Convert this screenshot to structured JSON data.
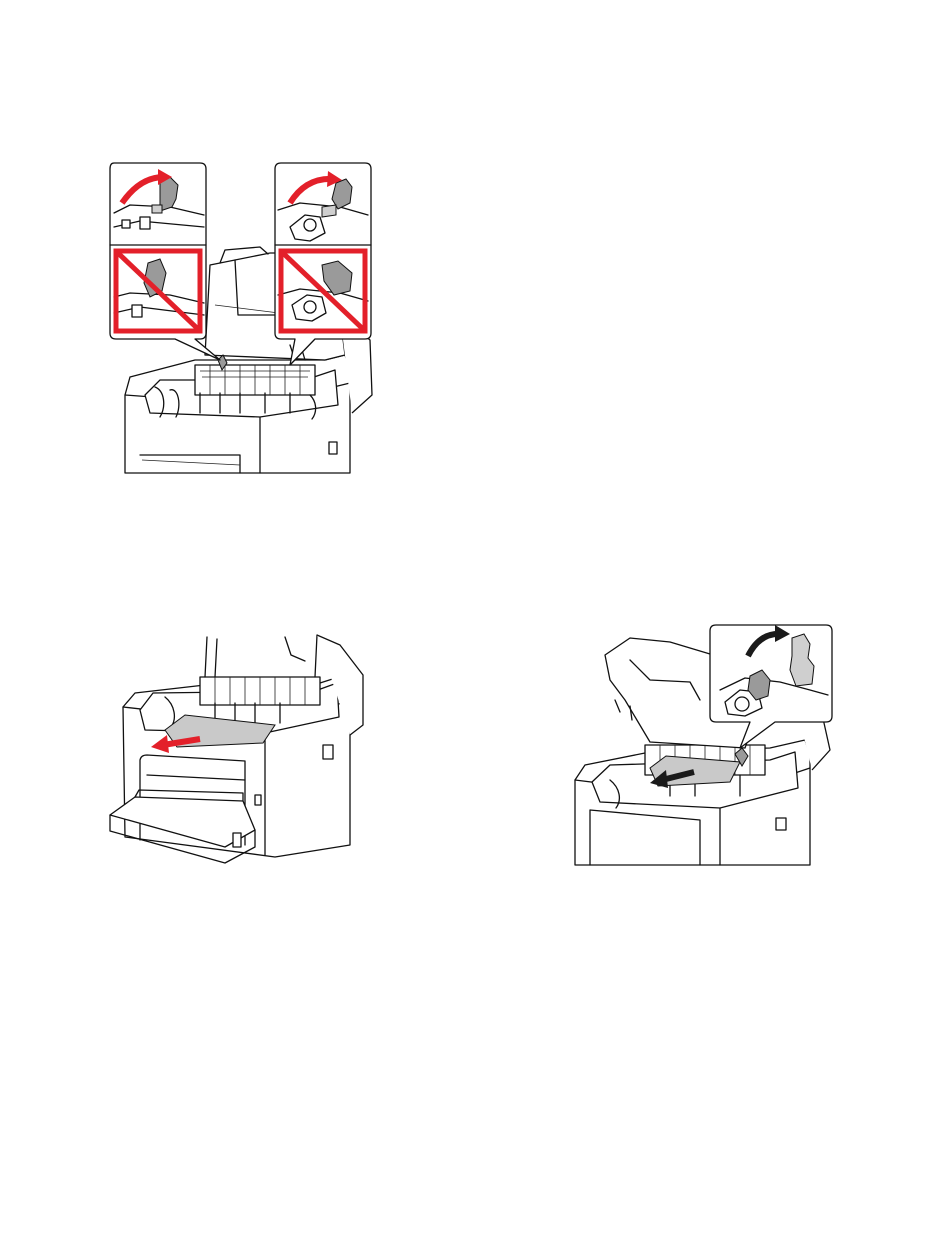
{
  "page": {
    "background": "#ffffff"
  },
  "figures": [
    {
      "id": "fig-1",
      "subject": "printer-open-top-cover",
      "icons": [
        "printer-illustration-icon",
        "lever-up-callout-icon",
        "prohibited-lever-callout-icon"
      ],
      "callouts": [
        {
          "side": "left",
          "correct": "lever-raised",
          "wrong": "lever-lowered"
        },
        {
          "side": "right",
          "correct": "lever-raised",
          "wrong": "lever-lowered"
        }
      ]
    },
    {
      "id": "fig-2",
      "subject": "printer-remove-paper-front",
      "icons": [
        "printer-illustration-icon",
        "paper-sheet-icon",
        "arrow-left-icon"
      ]
    },
    {
      "id": "fig-3",
      "subject": "printer-remove-paper-fuser",
      "icons": [
        "printer-illustration-icon",
        "lever-up-callout-icon",
        "paper-sheet-icon",
        "arrow-left-icon"
      ]
    }
  ],
  "colors": {
    "prohibit_red": "#e3202a",
    "arrow_red": "#e3202a",
    "arrow_black": "#1a1a1a",
    "part_gray": "#9a9a9a",
    "line": "#111111"
  }
}
